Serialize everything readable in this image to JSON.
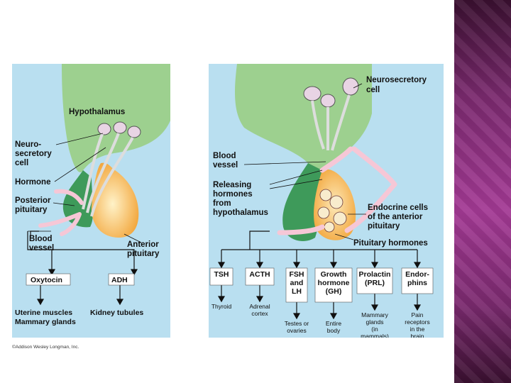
{
  "left": {
    "labels": {
      "hypothalamus": "Hypothalamus",
      "neuro1": "Neuro-",
      "neuro2": "secretory",
      "neuro3": "cell",
      "hormone": "Hormone",
      "posterior1": "Posterior",
      "posterior2": "pituitary",
      "blood1": "Blood",
      "blood2": "vessel",
      "anterior1": "Anterior",
      "anterior2": "pituitary",
      "oxytocin": "Oxytocin",
      "adh": "ADH",
      "target1a": "Uterine muscles",
      "target1b": "Mammary glands",
      "target2": "Kidney tubules"
    },
    "credit": "©Addison Wesley Longman, Inc."
  },
  "right": {
    "labels": {
      "neurosec1": "Neurosecretory",
      "neurosec2": "cell",
      "blood1": "Blood",
      "blood2": "vessel",
      "rel1": "Releasing",
      "rel2": "hormones",
      "rel3": "from",
      "rel4": "hypothalamus",
      "endo1": "Endocrine cells",
      "endo2": "of the anterior",
      "endo3": "pituitary",
      "pit": "Pituitary hormones"
    },
    "hormones": [
      {
        "name": [
          "TSH"
        ],
        "target": [
          "Thyroid"
        ]
      },
      {
        "name": [
          "ACTH"
        ],
        "target": [
          "Adrenal",
          "cortex"
        ]
      },
      {
        "name": [
          "FSH",
          "and",
          "LH"
        ],
        "target": [
          "Testes or",
          "ovaries"
        ]
      },
      {
        "name": [
          "Growth",
          "hormone",
          "(GH)"
        ],
        "target": [
          "Entire",
          "body"
        ]
      },
      {
        "name": [
          "Prolactin",
          "(PRL)"
        ],
        "target": [
          "Mammary",
          "glands",
          "(in",
          "mammals)"
        ]
      },
      {
        "name": [
          "Endor-",
          "phins"
        ],
        "target": [
          "Pain",
          "receptors",
          "in the",
          "brain"
        ]
      }
    ]
  },
  "colors": {
    "panel": "#b9dff0",
    "hypothalamus": "#9dd08f",
    "posterior": "#3e9a5a",
    "anterior": "#f7b84a",
    "vessel": "#f6c7d6"
  }
}
